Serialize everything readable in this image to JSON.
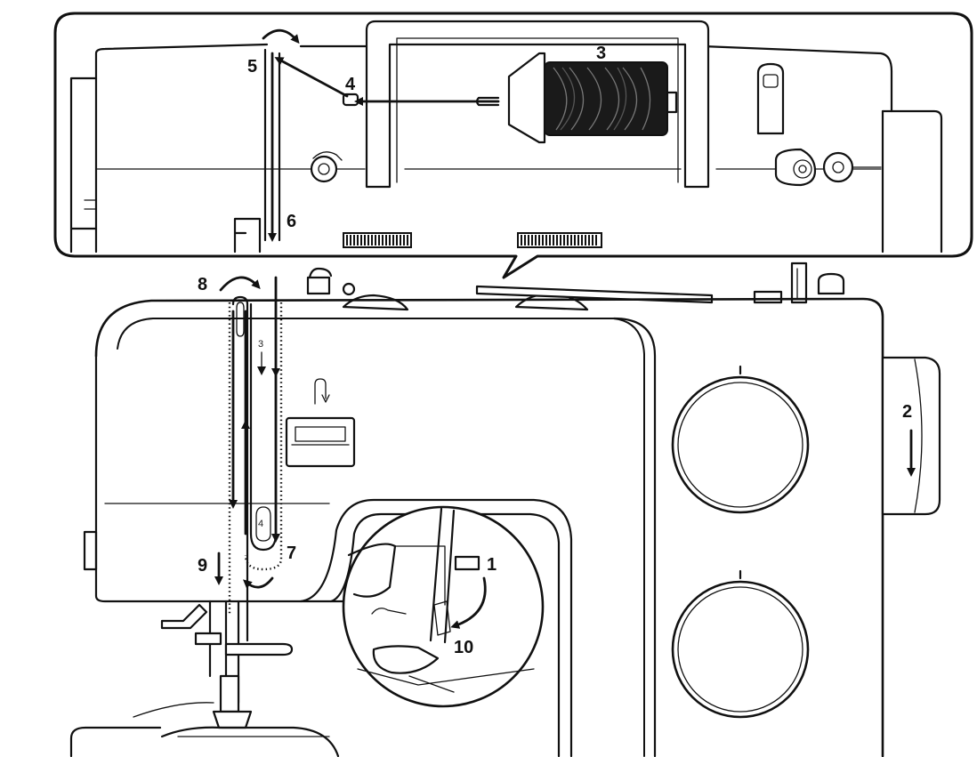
{
  "diagram": {
    "steps": [
      {
        "id": "step-1",
        "label": "1"
      },
      {
        "id": "step-2",
        "label": "2"
      },
      {
        "id": "step-3",
        "label": "3"
      },
      {
        "id": "step-4",
        "label": "4"
      },
      {
        "id": "step-5",
        "label": "5"
      },
      {
        "id": "step-6",
        "label": "6"
      },
      {
        "id": "step-7",
        "label": "7"
      },
      {
        "id": "step-8",
        "label": "8"
      },
      {
        "id": "step-9",
        "label": "9"
      },
      {
        "id": "step-10",
        "label": "10"
      }
    ],
    "guide_marks": {
      "upper": "3",
      "lower": "4"
    },
    "line_color": "#111111",
    "background": "#ffffff"
  }
}
